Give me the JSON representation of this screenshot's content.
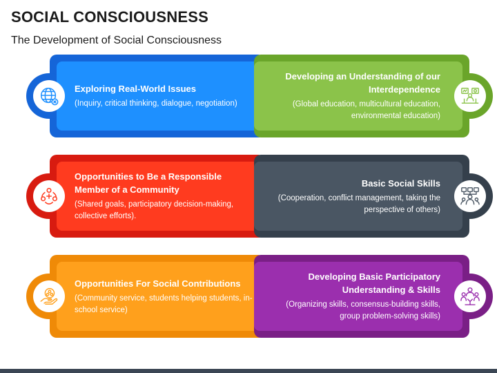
{
  "title": "SOCIAL CONSCIOUSNESS",
  "subtitle": "The Development of Social Consciousness",
  "cards": [
    {
      "id": "exploring",
      "head": "Exploring Real-World Issues",
      "desc": "(Inquiry, critical thinking, dialogue, negotiation)",
      "icon": "globe-icon",
      "outer": "#1565d8",
      "inner": "#1e90ff"
    },
    {
      "id": "interdependence",
      "head": "Developing an Understanding of our Interdependence",
      "desc": "(Global education, multicultural education, environmental education)",
      "icon": "education-icon",
      "outer": "#6aa52a",
      "inner": "#8bc34a"
    },
    {
      "id": "responsible",
      "head": "Opportunities to Be a Responsible Member of a Community",
      "desc": "(Shared goals, participatory decision-making, collective efforts).",
      "icon": "community-icon",
      "outer": "#d81b10",
      "inner": "#ff3b1f"
    },
    {
      "id": "social-skills",
      "head": "Basic Social Skills",
      "desc": "(Cooperation, conflict management, taking the perspective of others)",
      "icon": "network-people-icon",
      "outer": "#35404c",
      "inner": "#4a5663"
    },
    {
      "id": "contributions",
      "head": "Opportunities For Social Contributions",
      "desc": "(Community service, students helping students, in-school service)",
      "icon": "hand-care-icon",
      "outer": "#ef8a07",
      "inner": "#ffa01c"
    },
    {
      "id": "participatory",
      "head": "Developing Basic Participatory Understanding & Skills",
      "desc": "(Organizing skills, consensus-building skills, group problem-solving skills)",
      "icon": "team-skills-icon",
      "outer": "#7a1f86",
      "inner": "#9b2fae"
    }
  ],
  "colors": {
    "bottom_bar": "#3b4654",
    "icon_disc": "#ffffff"
  }
}
